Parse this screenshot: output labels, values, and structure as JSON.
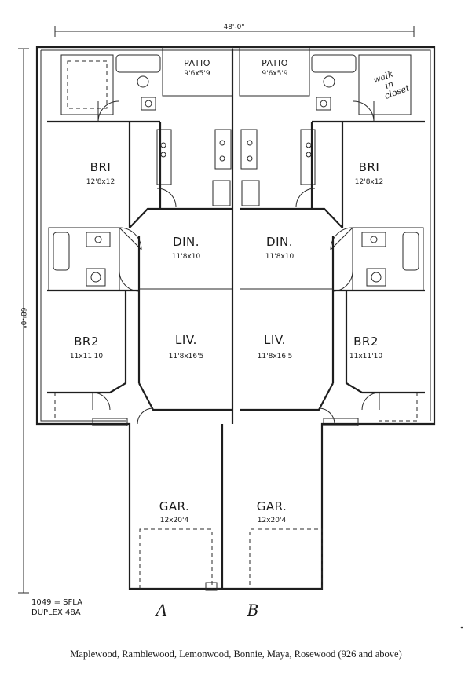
{
  "dimensions": {
    "overall_width": "48'-0\"",
    "overall_depth": "68'-0\""
  },
  "rooms": {
    "left": {
      "patio": {
        "name": "PATIO",
        "size": "9'6x5'9"
      },
      "br1": {
        "name": "BRI",
        "size": "12'8x12"
      },
      "din": {
        "name": "DIN.",
        "size": "11'8x10"
      },
      "br2": {
        "name": "BR2",
        "size": "11x11'10"
      },
      "liv": {
        "name": "LIV.",
        "size": "11'8x16'5"
      },
      "gar": {
        "name": "GAR.",
        "size": "12x20'4"
      }
    },
    "right": {
      "patio": {
        "name": "PATIO",
        "size": "9'6x5'9"
      },
      "br1": {
        "name": "BRI",
        "size": "12'8x12"
      },
      "din": {
        "name": "DIN.",
        "size": "11'8x10"
      },
      "br2": {
        "name": "BR2",
        "size": "11x11'10"
      },
      "liv": {
        "name": "LIV.",
        "size": "11'8x16'5"
      },
      "gar": {
        "name": "GAR.",
        "size": "12x20'4"
      }
    }
  },
  "handwritten_note": [
    "walk",
    "in",
    "closet"
  ],
  "notes": {
    "sfla": "1049 = SFLA",
    "model": "DUPLEX 48A"
  },
  "units": {
    "left": "A",
    "right": "B"
  },
  "caption": "Maplewood, Ramblewood, Lemonwood, Bonnie, Maya, Rosewood (926 and above)"
}
